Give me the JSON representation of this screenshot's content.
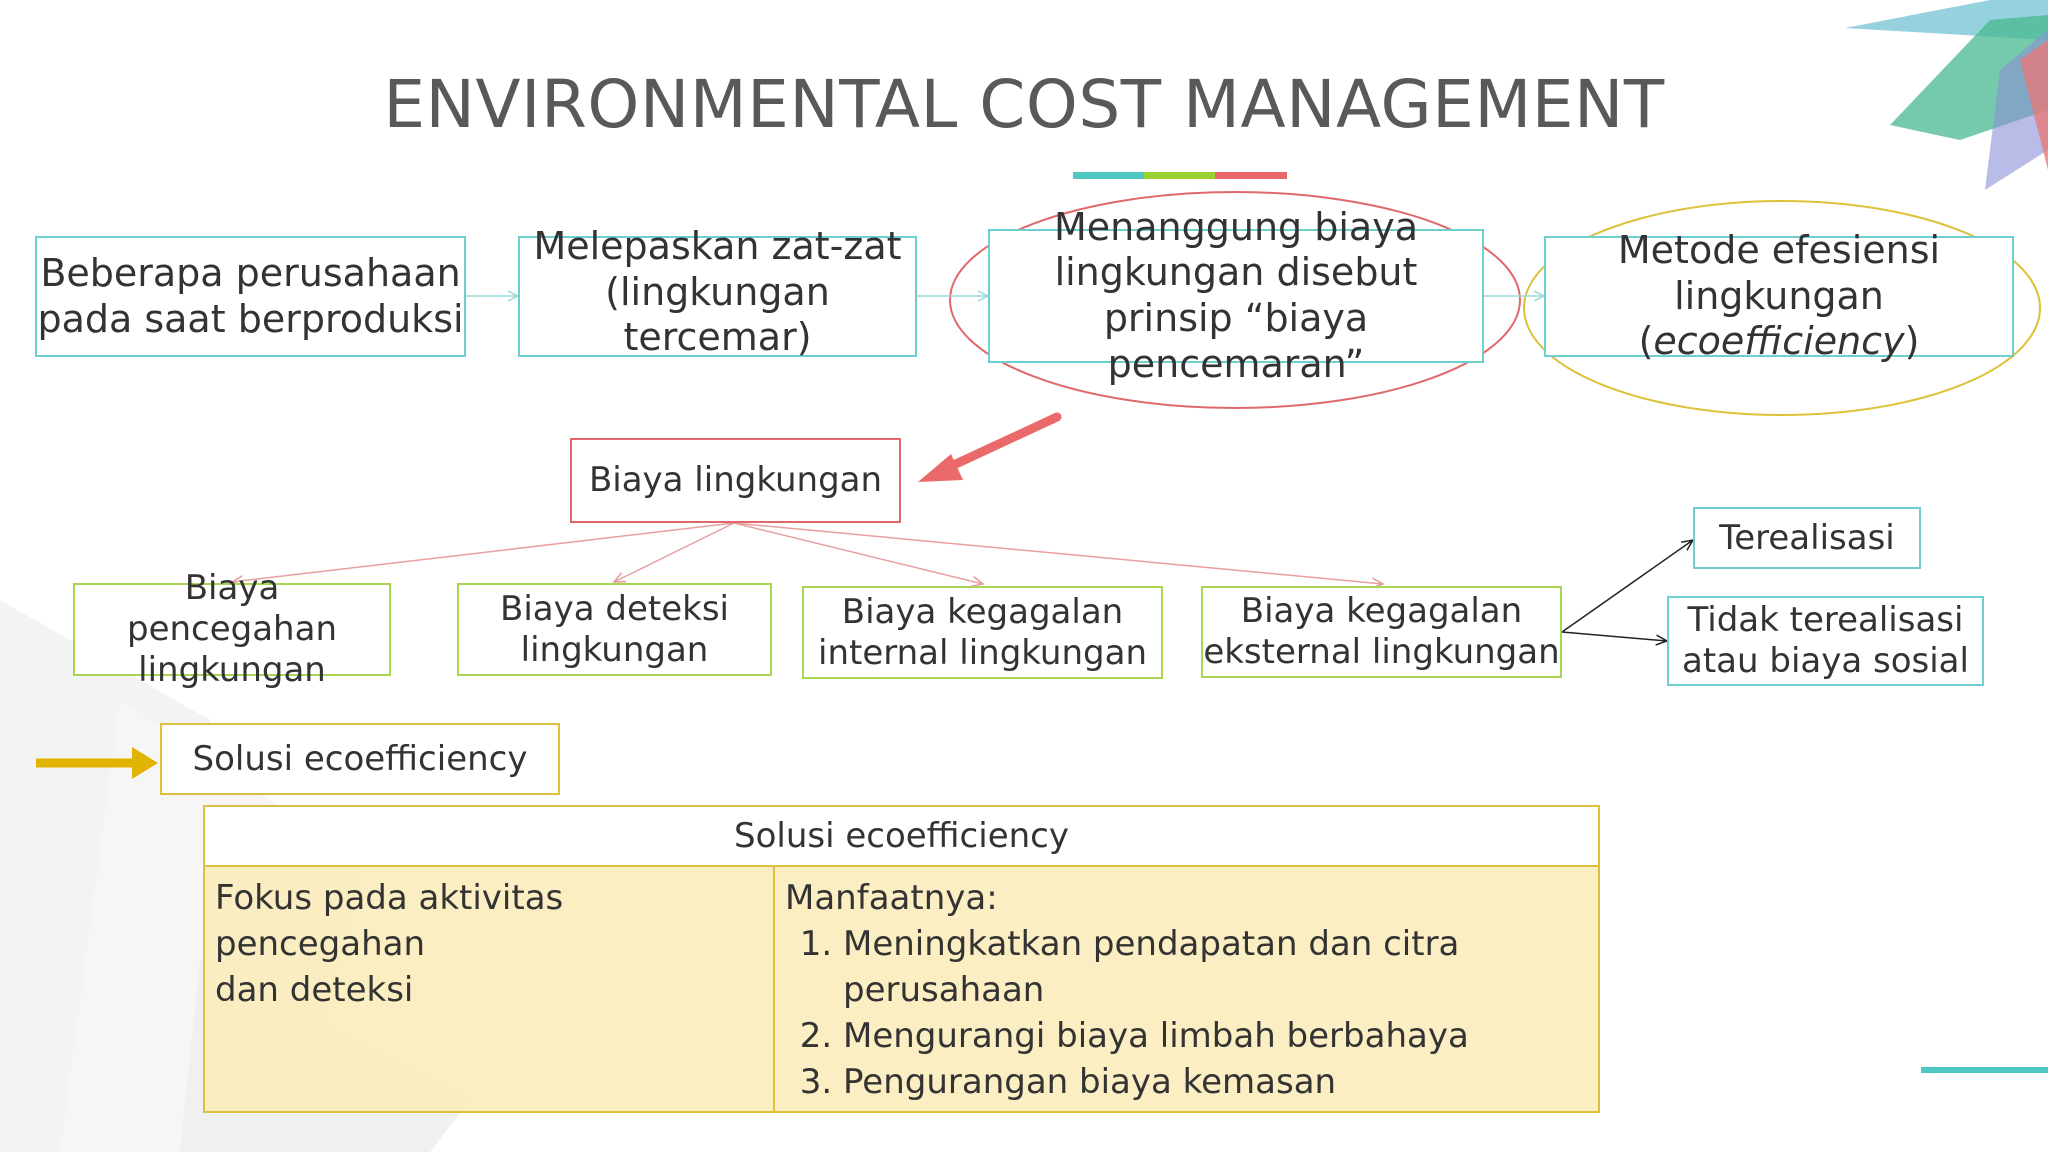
{
  "title": "ENVIRONMENTAL COST MANAGEMENT",
  "colors": {
    "teal": "#4fc8c4",
    "green": "#9ad12f",
    "red": "#e8686a",
    "gold": "#e0b400"
  },
  "flow": {
    "step1": [
      "Beberapa perusahaan",
      "pada saat berproduksi"
    ],
    "step2": [
      "Melepaskan zat-zat",
      "(lingkungan",
      "tercemar)"
    ],
    "step3": [
      "Menanggung biaya",
      "lingkungan disebut",
      "prinsip “biaya",
      "pencemaran”"
    ],
    "step4": [
      "Metode efesiensi",
      "lingkungan",
      "(",
      "ecoefficiency",
      ")"
    ]
  },
  "env_cost": "Biaya lingkungan",
  "categories": [
    [
      "Biaya pencegahan",
      "lingkungan"
    ],
    [
      "Biaya deteksi",
      "lingkungan"
    ],
    [
      "Biaya kegagalan",
      "internal lingkungan"
    ],
    [
      "Biaya kegagalan",
      "eksternal lingkungan"
    ]
  ],
  "outcomes": {
    "realized": "Terealisasi",
    "unrealized": [
      "Tidak terealisasi",
      "atau biaya sosial"
    ]
  },
  "solution_label": "Solusi ecoefficiency",
  "table": {
    "header": "Solusi ecoefficiency",
    "focus": [
      "Fokus pada aktivitas pencegahan",
      "dan deteksi"
    ],
    "benefits_title": "Manfaatnya:",
    "benefits": [
      "Meningkatkan pendapatan dan citra perusahaan",
      "Mengurangi biaya limbah berbahaya",
      "Pengurangan biaya kemasan"
    ]
  }
}
